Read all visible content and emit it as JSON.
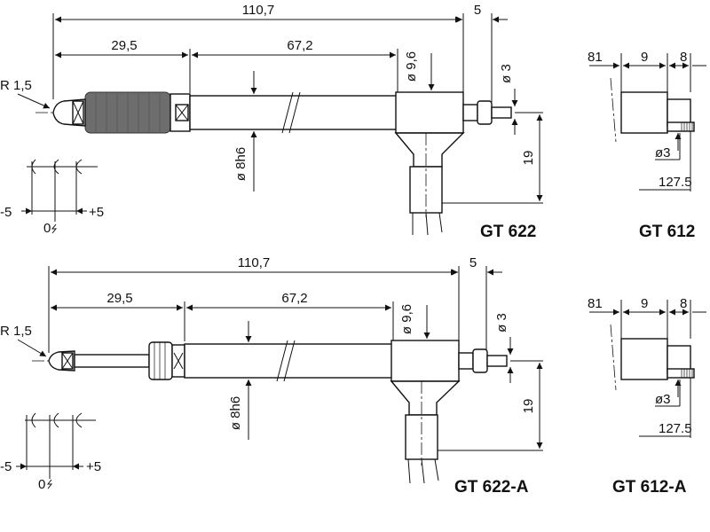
{
  "top": {
    "main_label": "GT 622",
    "side_label": "GT 612",
    "dims": {
      "overall": "110,7",
      "tail": "5",
      "left_seg": "29,5",
      "right_seg": "67,2",
      "radius": "R 1,5",
      "dia_body": "ø 9,6",
      "dia_tip": "ø 3",
      "dia_shaft": "ø 8h6",
      "height": "19",
      "minus": "-5",
      "plus": "+5",
      "zero": "0",
      "side_a": "81",
      "side_b": "9",
      "side_c": "8",
      "side_dia": "ø3",
      "side_len": "127.5"
    }
  },
  "bottom": {
    "main_label": "GT 622-A",
    "side_label": "GT 612-A",
    "dims": {
      "overall": "110,7",
      "tail": "5",
      "left_seg": "29,5",
      "right_seg": "67,2",
      "radius": "R 1,5",
      "dia_body": "ø 9,6",
      "dia_tip": "ø 3",
      "dia_shaft": "ø 8h6",
      "height": "19",
      "minus": "-5",
      "plus": "+5",
      "zero": "0",
      "side_a": "81",
      "side_b": "9",
      "side_c": "8",
      "side_dia": "ø3",
      "side_len": "127.5"
    }
  }
}
